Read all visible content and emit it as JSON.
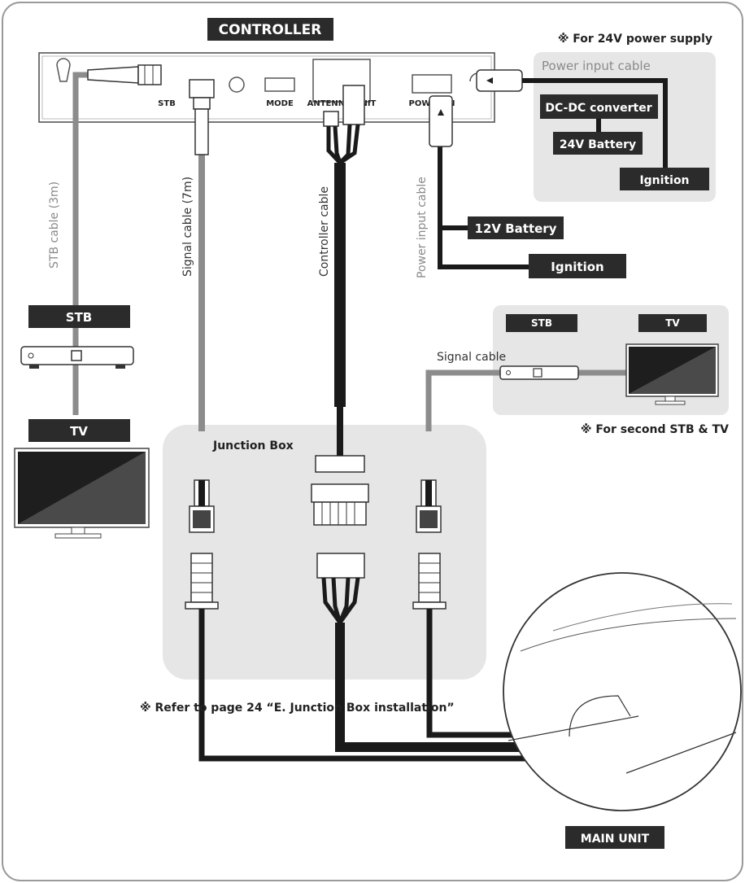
{
  "labels": {
    "controller": "CONTROLLER",
    "for_24v": "※ For 24V power supply",
    "power_input_cable_top": "Power input cable",
    "dc_dc": "DC-DC converter",
    "battery_24v": "24V Battery",
    "ignition_top": "Ignition",
    "battery_12v": "12V Battery",
    "ignition_mid": "Ignition",
    "stb_cable": "STB cable (3m)",
    "signal_cable_7m": "Signal cable (7m)",
    "controller_cable": "Controller cable",
    "power_input_cable_side": "Power input cable",
    "stb_left": "STB",
    "tv_left": "TV",
    "junction_box": "Junction Box",
    "stb_right": "STB",
    "tv_right": "TV",
    "signal_cable": "Signal cable",
    "for_second": "※ For second STB & TV",
    "refer": "※ Refer to page 24 “E. Junction Box installation”",
    "main_unit": "MAIN UNIT"
  },
  "controller_ports": {
    "stb": "STB",
    "mode": "MODE",
    "antenna_unit": "ANTENNA UNIT",
    "power_in": "POWER IN"
  },
  "colors": {
    "dark_label_bg": "#2b2b2b",
    "gray_panel": "#e6e6e6",
    "gray_cable": "#8c8c8c",
    "black_cable": "#1a1a1a"
  }
}
